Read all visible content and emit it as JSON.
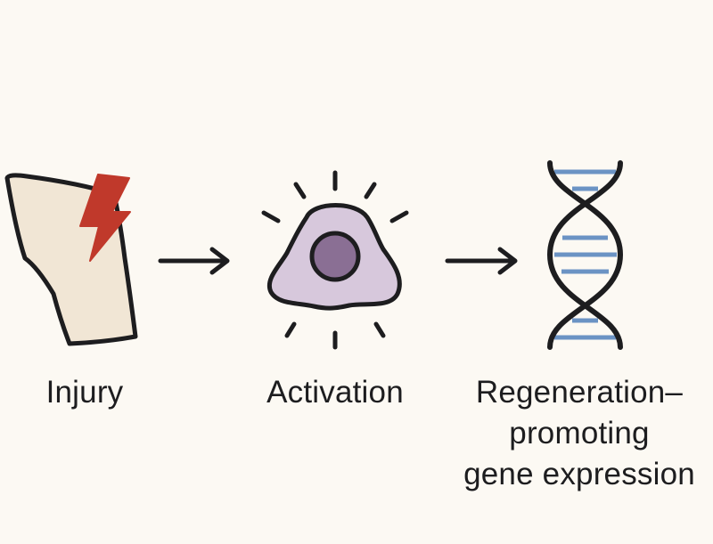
{
  "steps": [
    {
      "name": "injury",
      "label": "Injury",
      "icon": "injured-tissue-icon"
    },
    {
      "name": "activation",
      "label": "Activation",
      "icon": "activated-cell-icon"
    },
    {
      "name": "gene-expression",
      "label_lines": [
        "Regeneration–",
        "promoting",
        "gene expression"
      ],
      "icon": "dna-helix-icon"
    }
  ],
  "arrows": [
    "arrow-right-icon",
    "arrow-right-icon"
  ],
  "colors": {
    "background": "#fcf9f3",
    "outline": "#1d1d1f",
    "tissue_fill": "#f1e6d5",
    "lightning": "#c0392b",
    "cell_fill": "#d7c8dc",
    "nucleus_fill": "#8a6f94",
    "dna_rungs": "#6b93c4"
  }
}
